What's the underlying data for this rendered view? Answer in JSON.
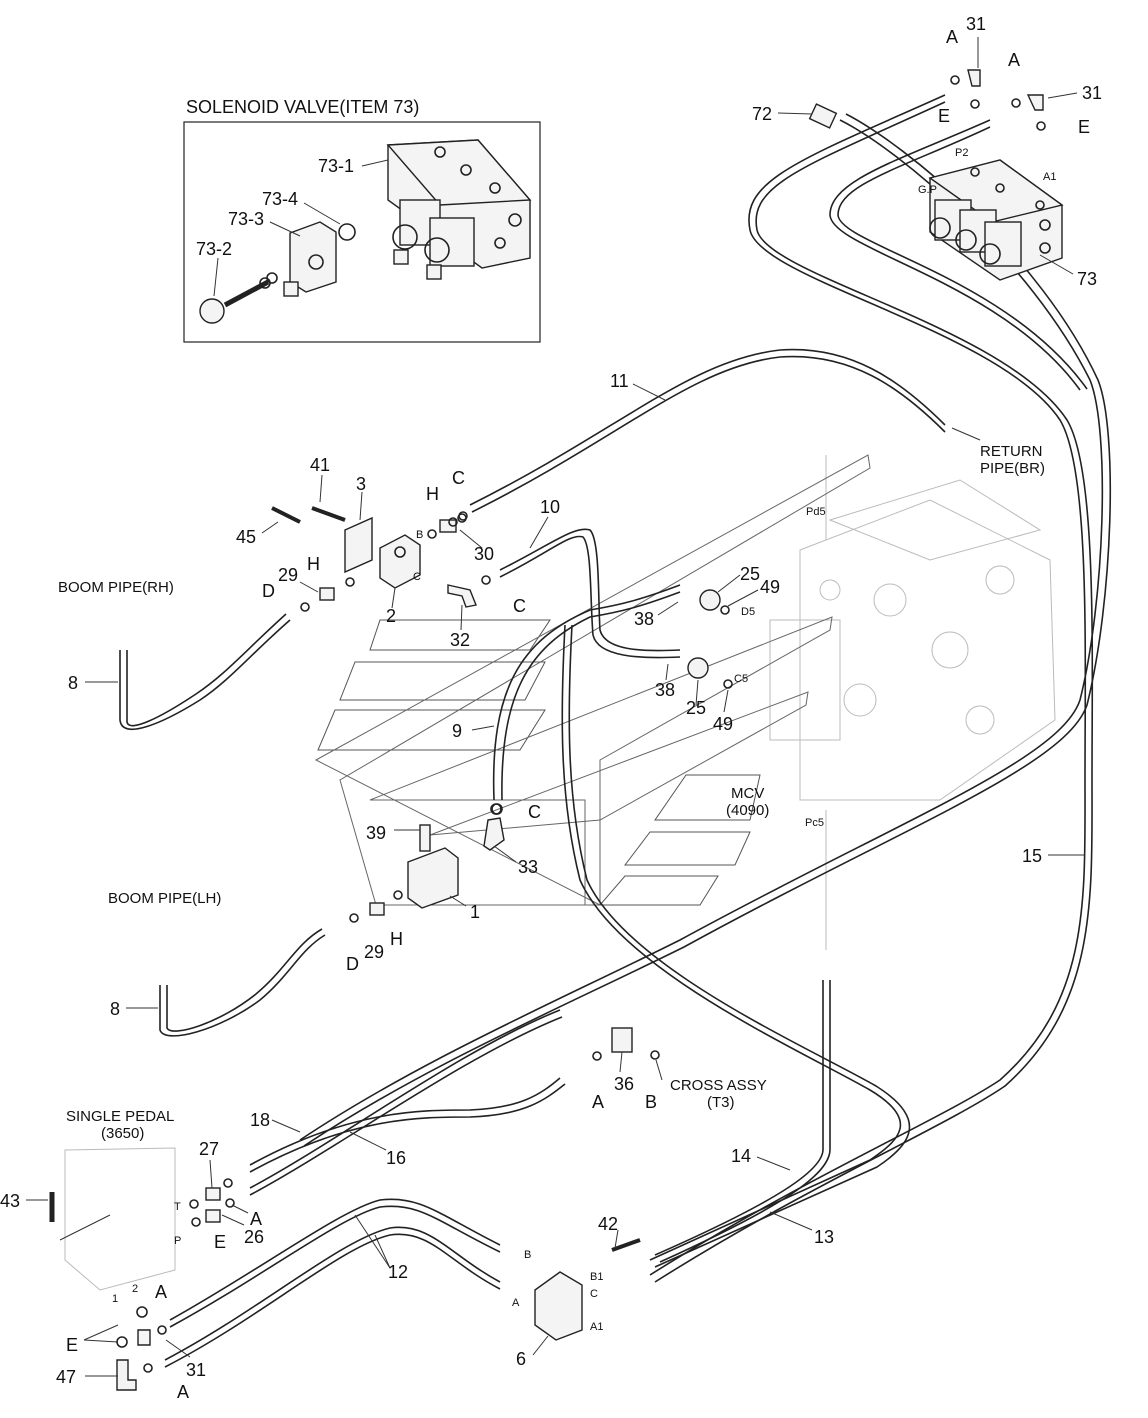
{
  "inset": {
    "title": "SOLENOID VALVE(ITEM 73)"
  },
  "callouts": {
    "c73_1": "73-1",
    "c73_2": "73-2",
    "c73_3": "73-3",
    "c73_4": "73-4",
    "c72": "72",
    "c73": "73",
    "c31a": "31",
    "c31b": "31",
    "c31c": "31",
    "c11": "11",
    "c10": "10",
    "c9": "9",
    "c8a": "8",
    "c8b": "8",
    "c15": "15",
    "c14": "14",
    "c13": "13",
    "c12": "12",
    "c16": "16",
    "c18": "18",
    "c41": "41",
    "c3": "3",
    "c45": "45",
    "c2": "2",
    "c29a": "29",
    "c29b": "29",
    "c30": "30",
    "c32": "32",
    "c25a": "25",
    "c25b": "25",
    "c38a": "38",
    "c38b": "38",
    "c49a": "49",
    "c49b": "49",
    "c39": "39",
    "c33": "33",
    "c1": "1",
    "c36": "36",
    "c27": "27",
    "c26": "26",
    "c43": "43",
    "c47": "47",
    "c42": "42",
    "c6": "6"
  },
  "letters": {
    "A1": "A",
    "A2": "A",
    "A3": "A",
    "A4": "A",
    "A5": "A",
    "A6": "A",
    "E1": "E",
    "E2": "E",
    "E3": "E",
    "E4": "E",
    "H1": "H",
    "H2": "H",
    "H3": "H",
    "C1": "C",
    "C2": "C",
    "C3": "C",
    "D1": "D",
    "D2": "D",
    "B1": "B"
  },
  "ports": {
    "p2": "P2",
    "gp": "G.P",
    "a1": "A1",
    "pd5": "Pd5",
    "d5": "D5",
    "c5": "C5",
    "pc5": "Pc5",
    "b": "B",
    "c": "C",
    "t": "T",
    "p": "P",
    "one": "1",
    "two": "2",
    "blk_b": "B",
    "blk_b1": "B1",
    "blk_c": "C",
    "blk_a1": "A1",
    "blk_a": "A"
  },
  "notes": {
    "return_pipe_1": "RETURN",
    "return_pipe_2": "PIPE(BR)",
    "boom_rh": "BOOM PIPE(RH)",
    "boom_lh": "BOOM PIPE(LH)",
    "mcv_1": "MCV",
    "mcv_2": "(4090)",
    "cross_1": "CROSS ASSY",
    "cross_2": "(T3)",
    "pedal_1": "SINGLE PEDAL",
    "pedal_2": "(3650)"
  }
}
